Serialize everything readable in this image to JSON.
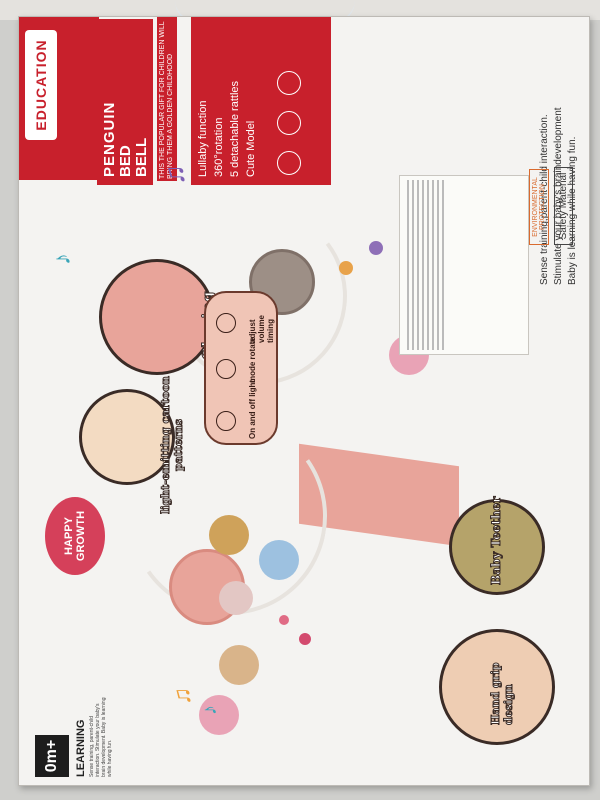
{
  "box": {
    "brand_band": "EDUCATION",
    "product_title_line1": "PENGUIN",
    "product_title_line2": "BED",
    "product_title_line3": "BELL",
    "slogan": "THIS THE POPULAR GIFT FOR CHILDREN WILL BRING THEM A GOLDEN CHILDHOOD",
    "features": [
      "Lullaby function",
      "360°rotation",
      "5 detachable rattles",
      "Cute Model"
    ],
    "age_badge": "0m+",
    "learning_title": "LEARNING",
    "learning_text": "Sense training, parent-child interaction. Stimulate your baby's brain development. Baby is learning while having fun.",
    "happy_growth": "HAPPY GROWTH",
    "callouts": {
      "glowing": "Glowing",
      "light_patterns": "light-emitting cartoon patterns",
      "onoff_light": "On and off light",
      "mode_rotate": "mode rotate",
      "adjust_volume": "adjust volume timing",
      "baby_teether": "Baby Teether",
      "hand_grip": "Hand grip design"
    },
    "bottom_text_1": "Sense training,parent-child interaction.",
    "bottom_text_2": "Stimulate your baby's braindevelopment",
    "bottom_text_3": "Baby is learning while having fun.",
    "env_protection": "ENVIRONMENTAL PROTECTION",
    "safety_material": "Safety Material"
  },
  "colors": {
    "band": "#c8202c",
    "pink": "#e8a49a",
    "tag": "#d5405a",
    "teal": "#3aa5b8"
  }
}
